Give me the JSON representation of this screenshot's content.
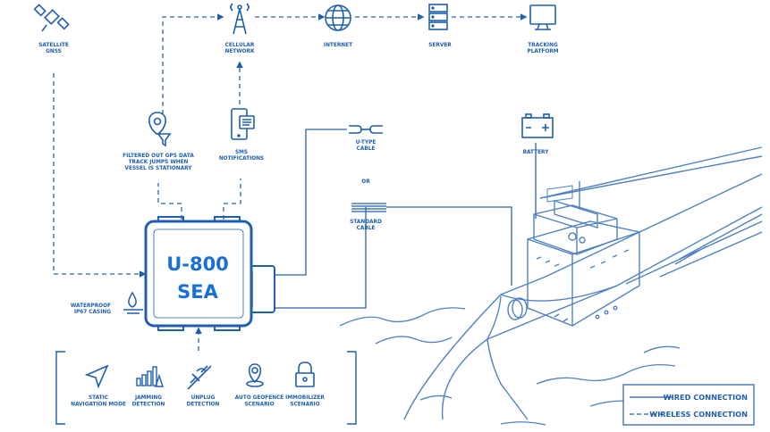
{
  "nodes": {
    "satellite": [
      "SATELLITE",
      "GNSS"
    ],
    "cellular": [
      "CELLULAR",
      "NETWORK"
    ],
    "internet": [
      "INTERNET"
    ],
    "server": [
      "SERVER"
    ],
    "tracking": [
      "TRACKING",
      "PLATFORM"
    ],
    "filter": [
      "FILTERED OUT GPS DATA",
      "TRACK JUMPS WHEN",
      "VESSEL IS STATIONARY"
    ],
    "sms": [
      "SMS",
      "NOTIFICATIONS"
    ],
    "utype": [
      "U-TYPE",
      "CABLE"
    ],
    "or": "OR",
    "standard": [
      "STANDARD",
      "CABLE"
    ],
    "battery": [
      "BATTERY"
    ],
    "waterproof": [
      "WATERPROOF",
      "IP67 CASING"
    ]
  },
  "device": {
    "line1": "U-800",
    "line2": "SEA"
  },
  "features": [
    {
      "icon": "navigation-arrow-icon",
      "lines": [
        "STATIC",
        "NAVIGATION MODE"
      ]
    },
    {
      "icon": "signal-bars-icon",
      "lines": [
        "JAMMING",
        "DETECTION"
      ]
    },
    {
      "icon": "unplug-icon",
      "lines": [
        "UNPLUG",
        "DETECTION"
      ]
    },
    {
      "icon": "geofence-pin-icon",
      "lines": [
        "AUTO GEOFENCE",
        "SCENARIO"
      ]
    },
    {
      "icon": "padlock-icon",
      "lines": [
        "IMMOBILIZER",
        "SCENARIO"
      ]
    }
  ],
  "legend": {
    "wired": "WIRED CONNECTION",
    "wireless": "WIRELESS CONNECTION"
  },
  "colors": {
    "primary": "#1f5fae",
    "light": "#5d8ec8",
    "device_text": "#1a6fd6"
  }
}
